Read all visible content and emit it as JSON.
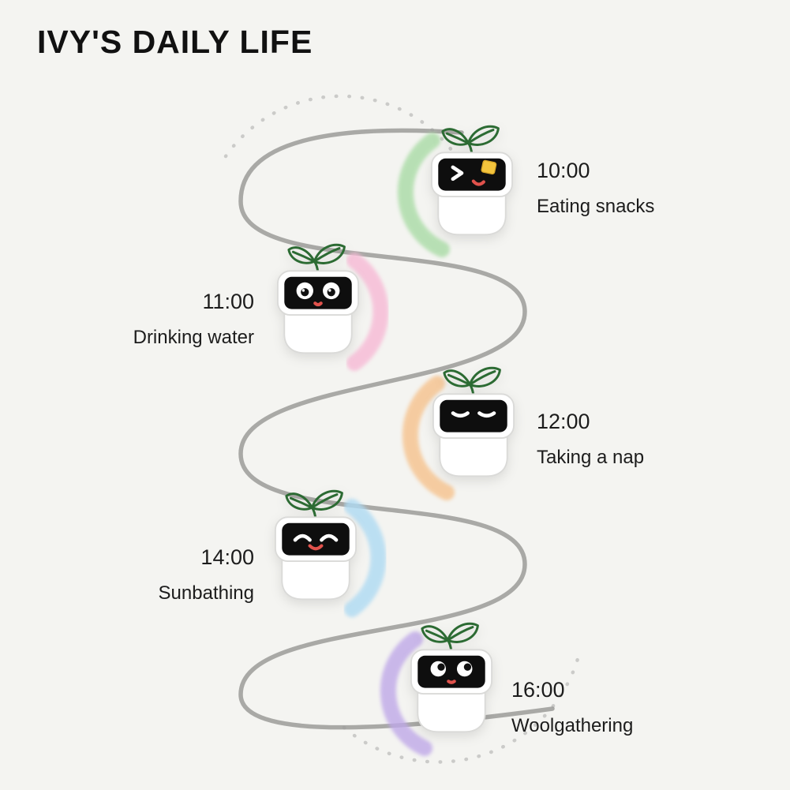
{
  "page": {
    "title": "IVY'S DAILY LIFE",
    "background_color": "#f4f4f1",
    "curve_color": "#9b9b99",
    "dot_color": "#cbcbc9"
  },
  "timeline": {
    "items": [
      {
        "time": "10:00",
        "label": "Eating snacks",
        "accent_color": "#a9dba5",
        "expression_icon": "wink-with-snack-face-icon",
        "text_side": "right"
      },
      {
        "time": "11:00",
        "label": "Drinking water",
        "accent_color": "#f7b9d5",
        "expression_icon": "wide-eyes-face-icon",
        "text_side": "left"
      },
      {
        "time": "12:00",
        "label": "Taking a nap",
        "accent_color": "#f6c28d",
        "expression_icon": "sleeping-face-icon",
        "text_side": "right"
      },
      {
        "time": "14:00",
        "label": "Sunbathing",
        "accent_color": "#aedaf3",
        "expression_icon": "smiling-face-icon",
        "text_side": "left"
      },
      {
        "time": "16:00",
        "label": "Woolgathering",
        "accent_color": "#bfa8e8",
        "expression_icon": "daydreaming-face-icon",
        "text_side": "right"
      }
    ]
  }
}
